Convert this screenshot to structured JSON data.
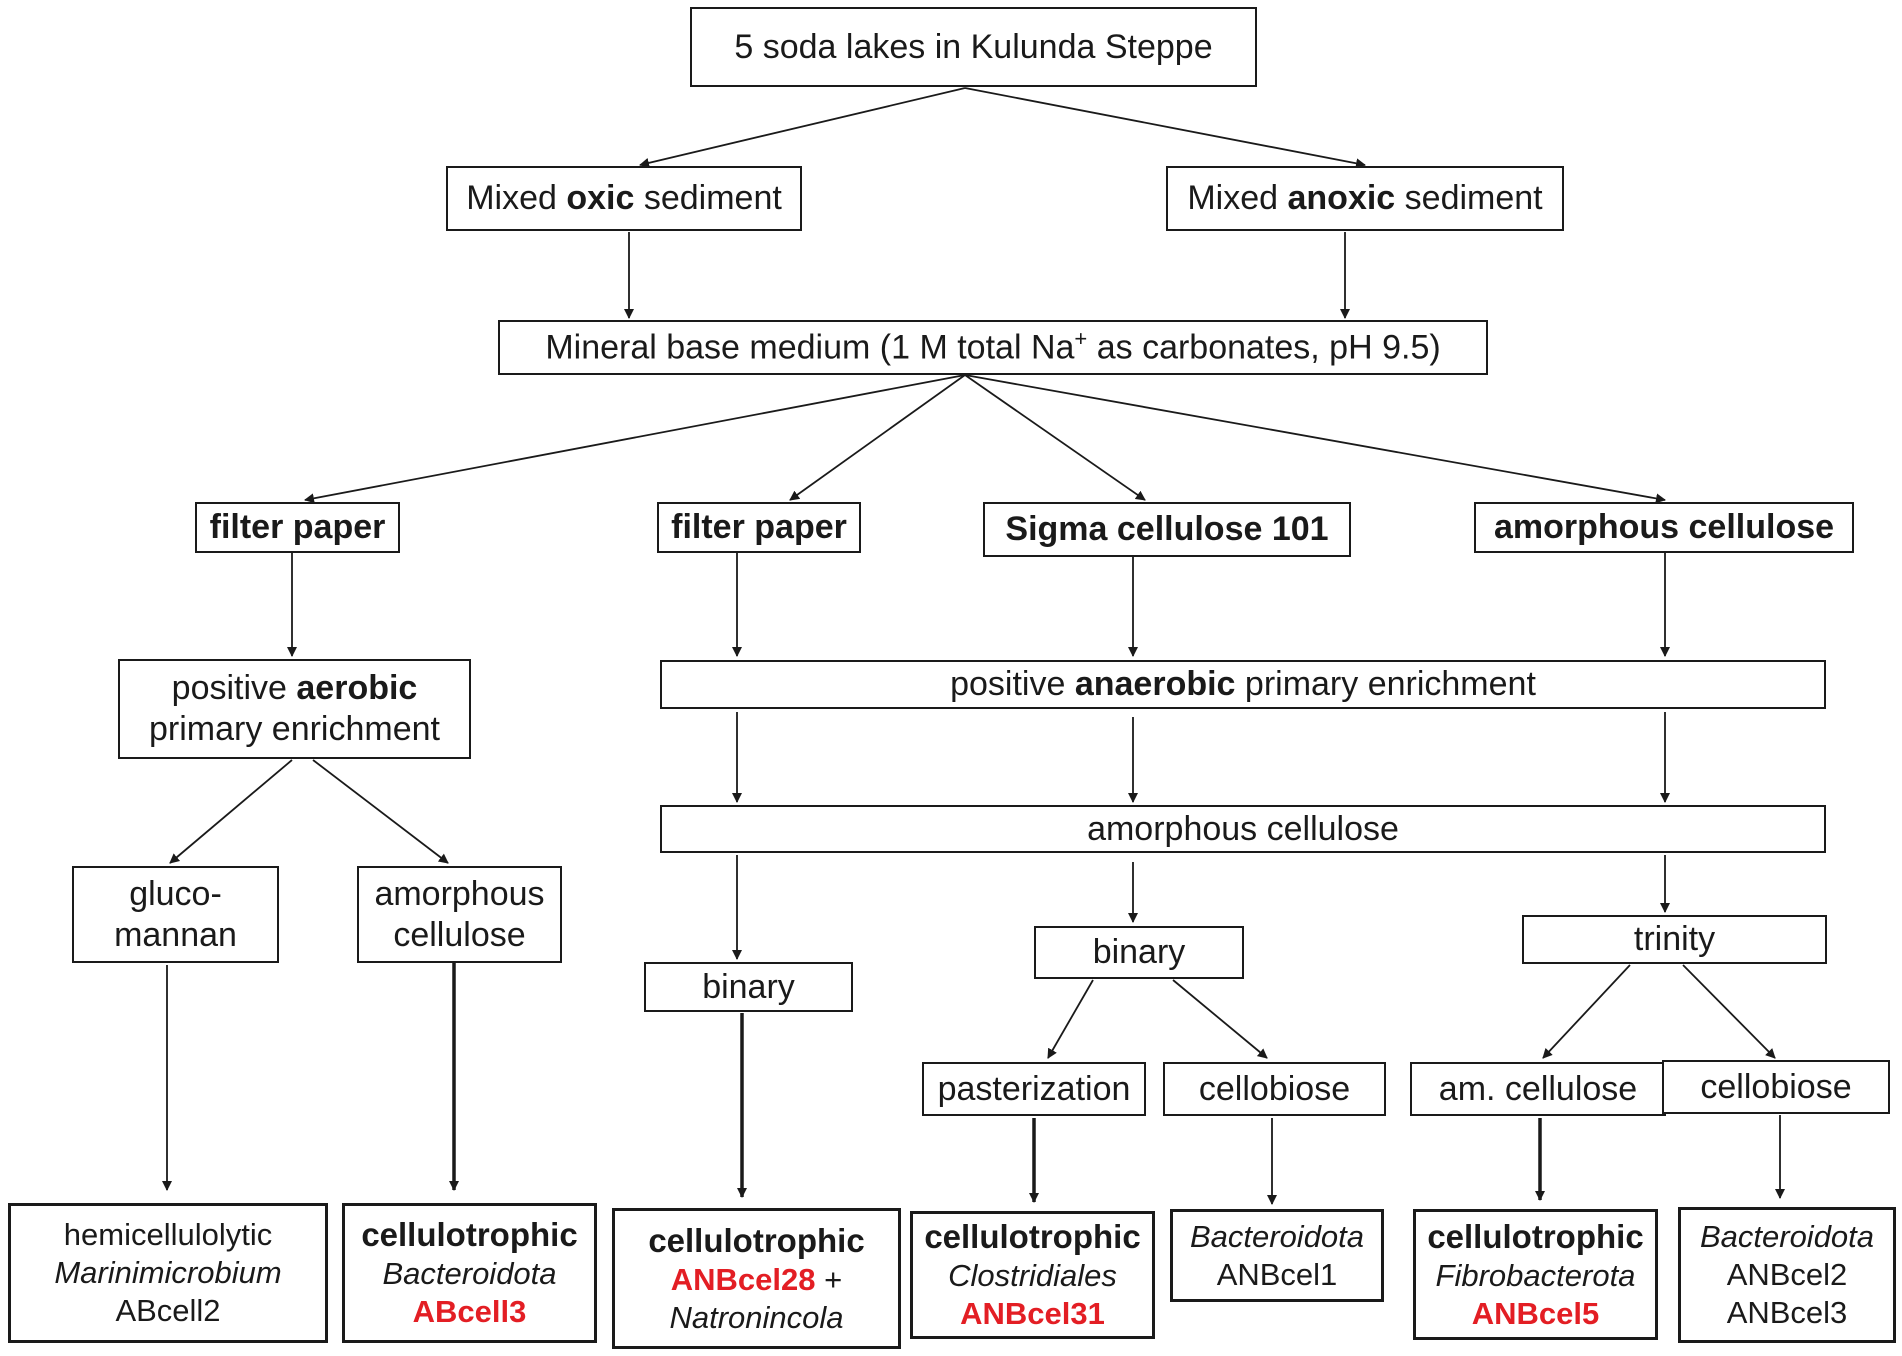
{
  "root": "5 soda lakes in Kulunda Steppe",
  "oxic": {
    "pre": "Mixed ",
    "bold": "oxic",
    "post": " sediment"
  },
  "anoxic": {
    "pre": "Mixed ",
    "bold": "anoxic",
    "post": " sediment"
  },
  "medium": {
    "text": "Mineral base medium (1 M total Na",
    "sup": "+",
    "post": " as carbonates, pH 9.5)"
  },
  "substrates": {
    "filter_paper_aerobic": "filter paper",
    "filter_paper_anaerobic": "filter paper",
    "sigma": "Sigma cellulose 101",
    "amorphous": "amorphous cellulose"
  },
  "aerobic_enrichment": {
    "line1_pre": "positive ",
    "line1_bold": "aerobic",
    "line2": "primary enrichment"
  },
  "anaerobic_enrichment": {
    "pre": "positive ",
    "bold": "anaerobic",
    "post": " primary enrichment"
  },
  "anaerobic_amorphous": "amorphous cellulose",
  "glucomannan": {
    "line1": "gluco-",
    "line2": "mannan"
  },
  "aerobic_amorphous": {
    "line1": "amorphous",
    "line2": "cellulose"
  },
  "binary_left": "binary",
  "binary_mid": "binary",
  "trinity": "trinity",
  "pasterization": "pasterization",
  "cellobiose_mid": "cellobiose",
  "am_cellulose": "am. cellulose",
  "cellobiose_right": "cellobiose",
  "results": {
    "hemicellulolytic": {
      "line1": "hemicellulolytic",
      "line2": "Marinimicrobium",
      "line3": "ABcell2"
    },
    "abcell3": {
      "line1": "cellulotrophic",
      "line2": "Bacteroidota",
      "line3": "ABcell3"
    },
    "anbcel28": {
      "line1": "cellulotrophic",
      "line2_red": "ANBcel28",
      "line2_post": " +",
      "line3": "Natronincola"
    },
    "anbcel31": {
      "line1": "cellulotrophic",
      "line2": "Clostridiales",
      "line3": "ANBcel31"
    },
    "anbcel1": {
      "line1": "Bacteroidota",
      "line2": "ANBcel1"
    },
    "anbcel5": {
      "line1": "cellulotrophic",
      "line2": "Fibrobacterota",
      "line3": "ANBcel5"
    },
    "anbcel23": {
      "line1": "Bacteroidota",
      "line2": "ANBcel2",
      "line3": "ANBcel3"
    }
  },
  "colors": {
    "highlight": "#e31e24",
    "stroke": "#1a1a1a"
  }
}
